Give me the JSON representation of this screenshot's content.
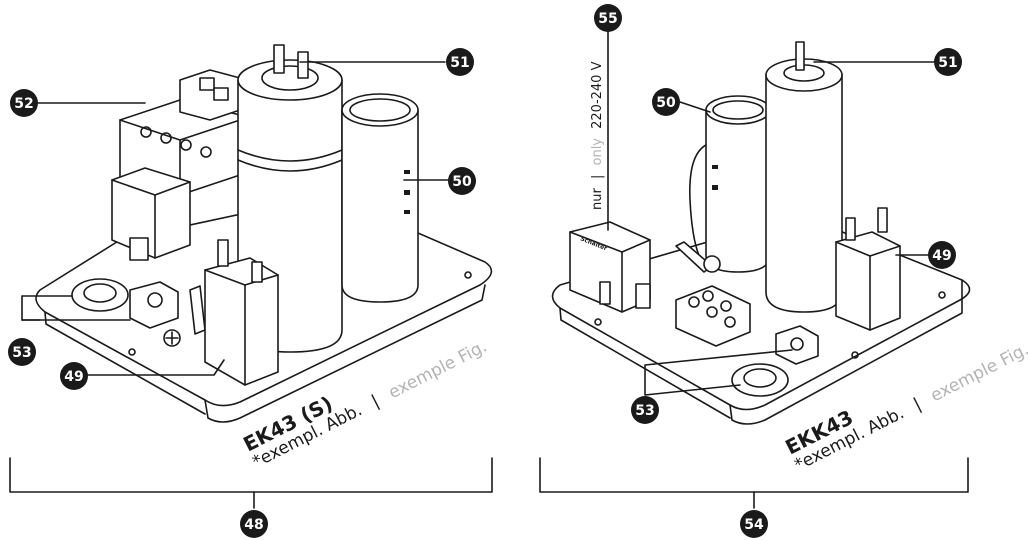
{
  "callouts": {
    "c48": "48",
    "c49a": "49",
    "c49b": "49",
    "c50a": "50",
    "c50b": "50",
    "c51a": "51",
    "c51b": "51",
    "c52": "52",
    "c53a": "53",
    "c53b": "53",
    "c54": "54",
    "c55": "55"
  },
  "left_unit": {
    "model": "EK43 (S)",
    "note_example": "*exempl. Abb.",
    "note_sep": "|",
    "note_fig": "exemple Fig."
  },
  "right_unit": {
    "model": "EKK43",
    "note_example": "*exempl. Abb.",
    "note_sep": "|",
    "note_fig": "exemple Fig.",
    "voltage_nur": "nur",
    "voltage_sep": "|",
    "voltage_only": "only",
    "voltage_value": "220-240 V"
  },
  "colors": {
    "ink": "#1a1a1a",
    "grey": "#b3b3b3",
    "paper": "#ffffff"
  }
}
